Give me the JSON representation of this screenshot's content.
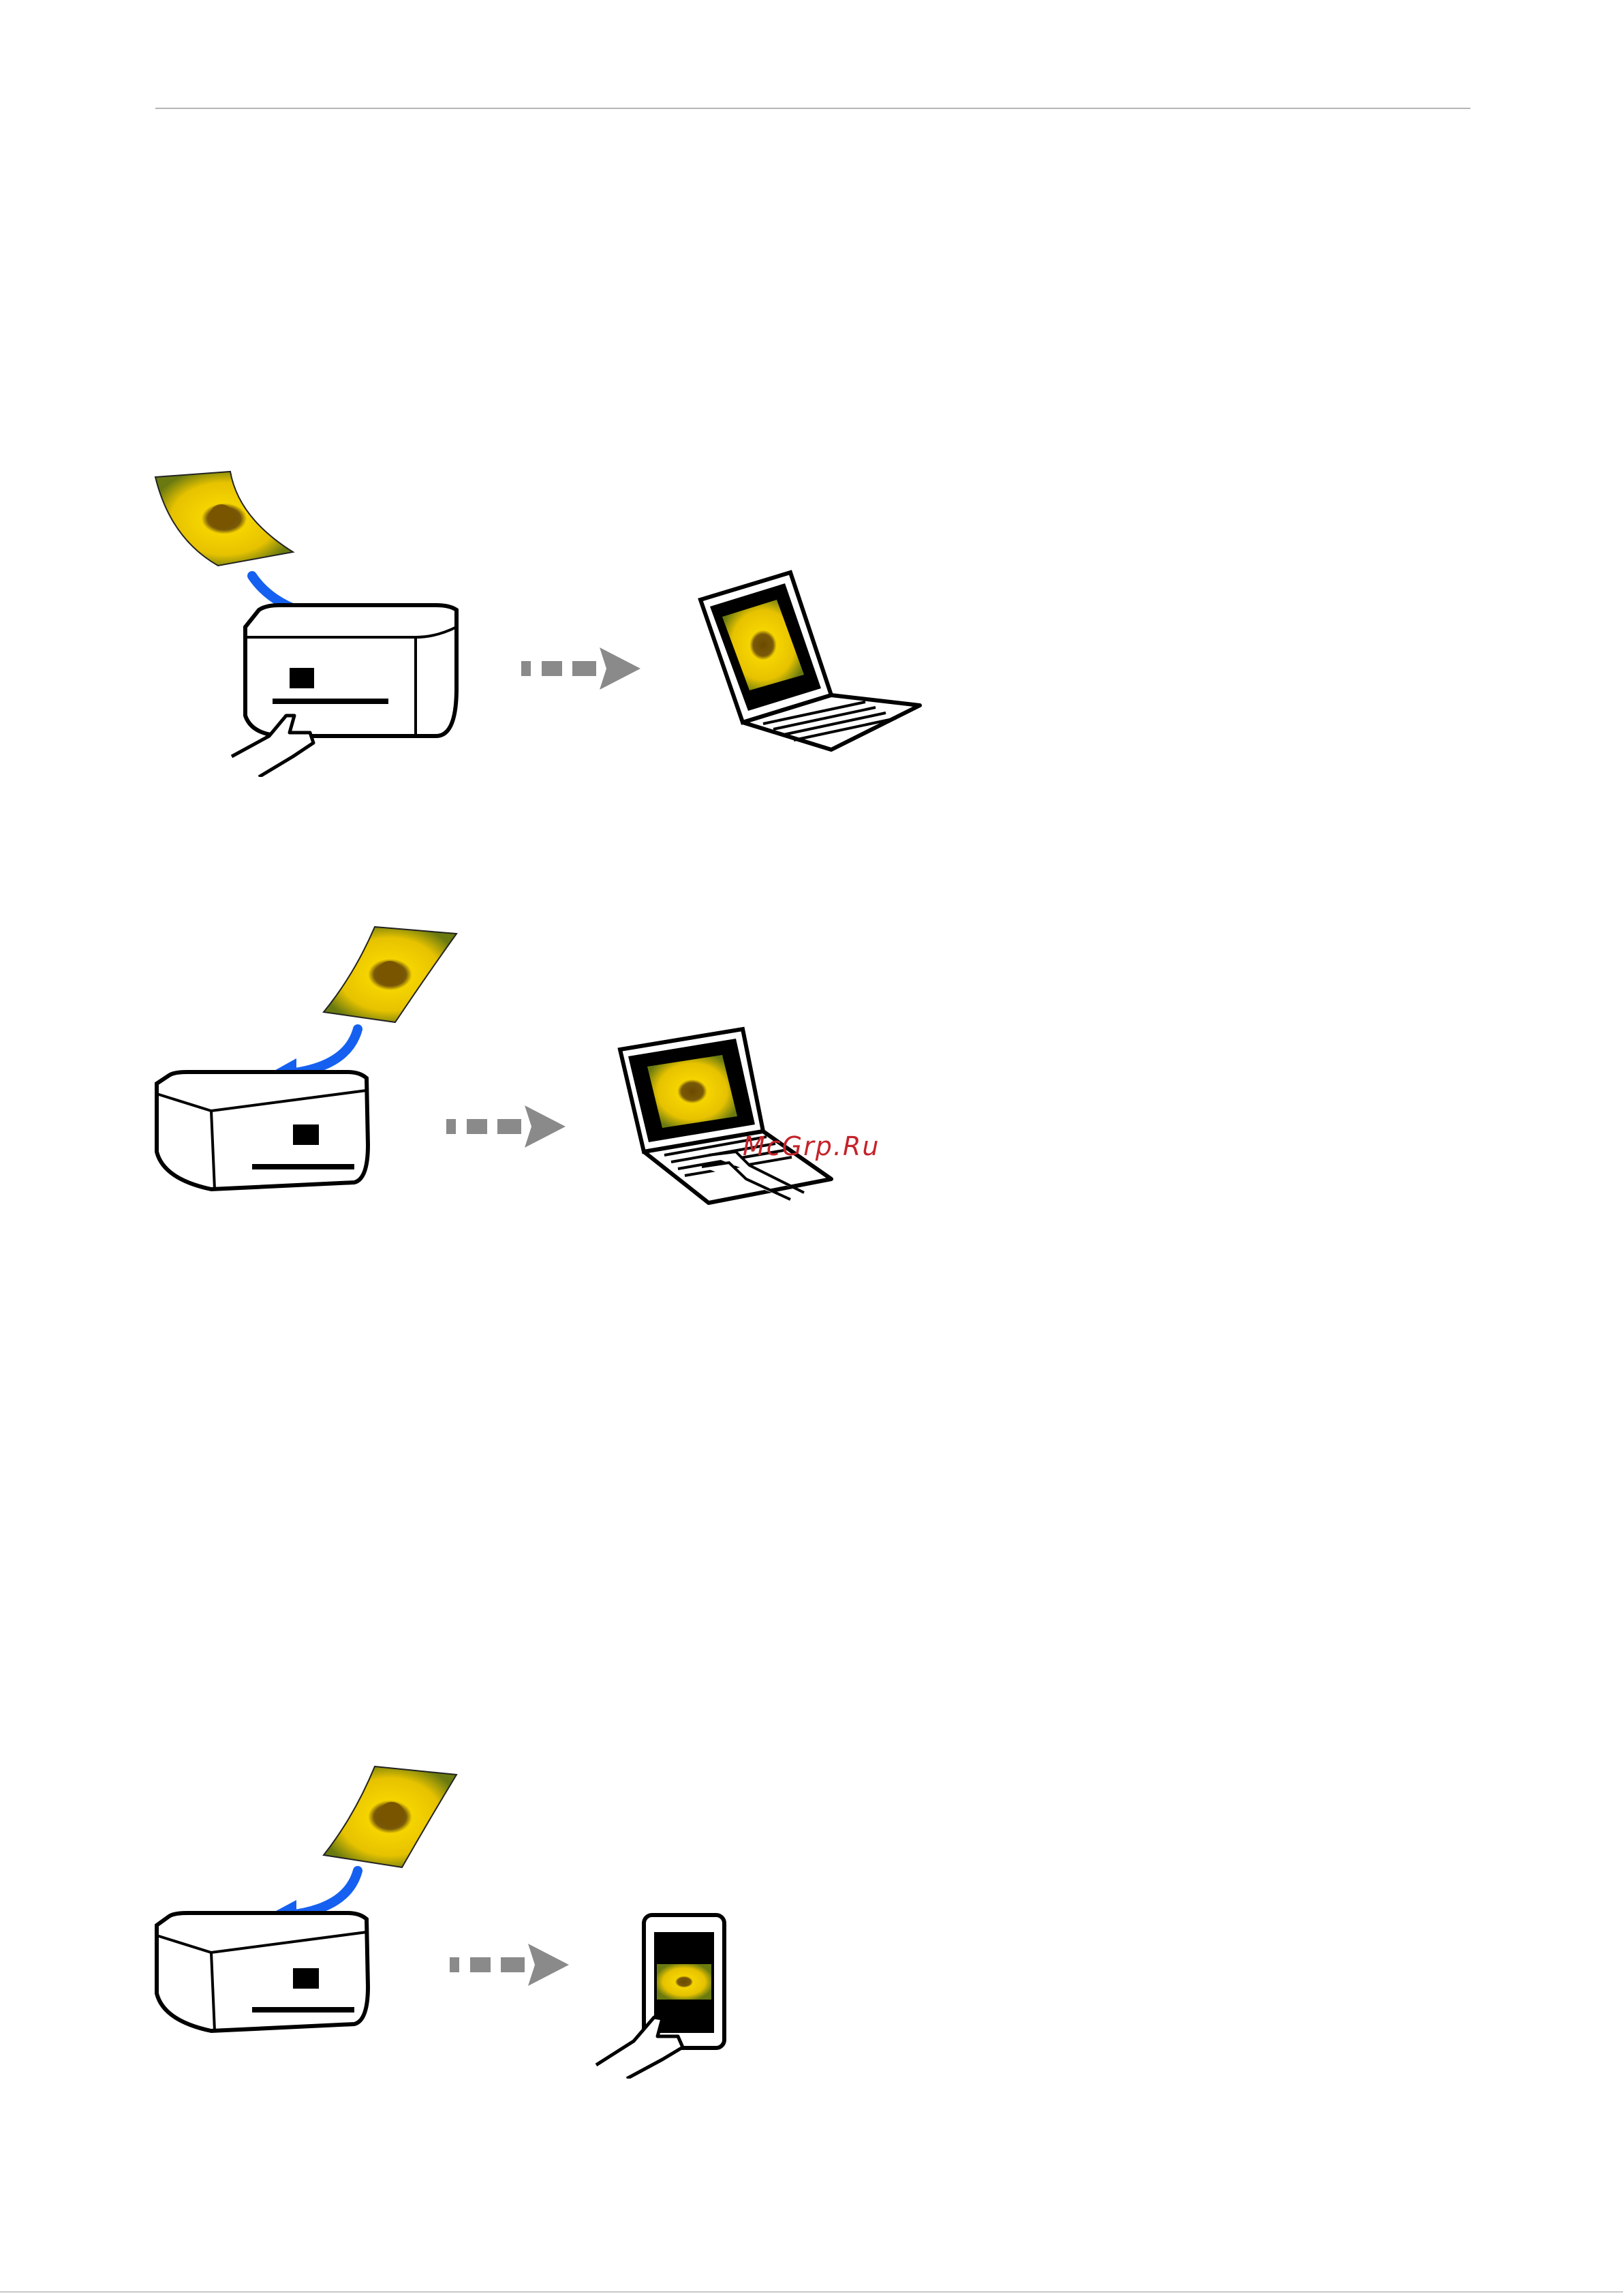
{
  "watermark": {
    "text": "McGrp.Ru",
    "color": "#c4232a"
  },
  "illustrations": [
    {
      "name": "scan-to-computer-panel",
      "source_icon": "photo-sheet-icon",
      "device_icon": "scanner-icon",
      "action_icon": "finger-press-icon",
      "transfer_icon": "dashed-arrow-icon",
      "target_icon": "laptop-icon"
    },
    {
      "name": "scan-to-computer-software",
      "source_icon": "photo-sheet-icon",
      "device_icon": "scanner-icon",
      "transfer_icon": "dashed-arrow-icon",
      "target_icon": "laptop-typing-icon"
    },
    {
      "name": "scan-to-smart-device",
      "source_icon": "photo-sheet-icon",
      "device_icon": "scanner-icon",
      "transfer_icon": "dashed-arrow-icon",
      "target_icon": "smartphone-icon"
    }
  ],
  "colors": {
    "arrow_blue": "#1560f0",
    "arrow_gray": "#8a8a8a",
    "photo_yellow": "#e8d000",
    "outline": "#000000"
  }
}
